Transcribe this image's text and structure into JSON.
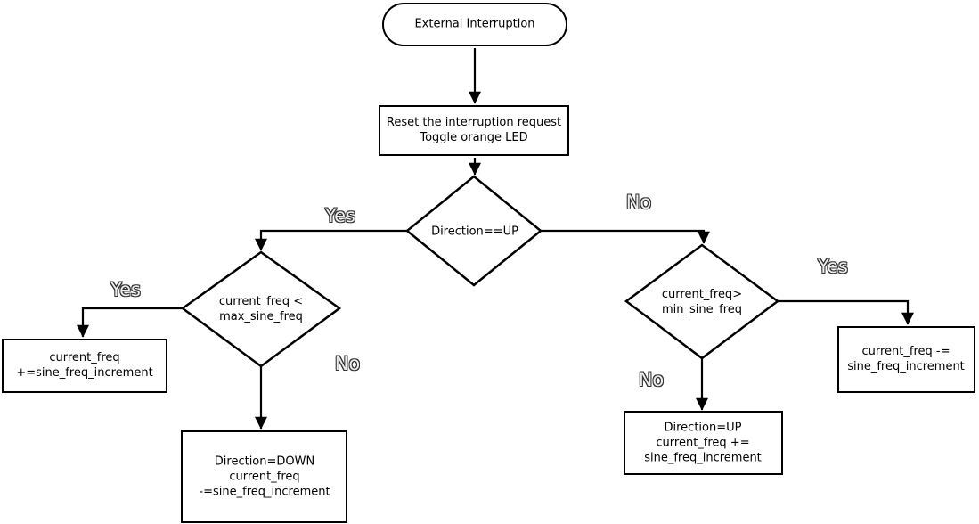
{
  "nodes": {
    "start": {
      "label": "External Interruption"
    },
    "reset": {
      "label": "Reset the interruption request\nToggle orange LED"
    },
    "check_direction": {
      "label": "Direction==UP"
    },
    "check_max": {
      "label": "current_freq <\nmax_sine_freq"
    },
    "check_min": {
      "label": "current_freq>\nmin_sine_freq"
    },
    "increment": {
      "label": "current_freq\n+=sine_freq_increment"
    },
    "set_down": {
      "label": "Direction=DOWN\ncurrent_freq\n-=sine_freq_increment"
    },
    "decrement": {
      "label": "current_freq -=\nsine_freq_increment"
    },
    "set_up": {
      "label": "Direction=UP\ncurrent_freq +=\nsine_freq_increment"
    }
  },
  "branch_labels": {
    "center_yes": "Yes",
    "center_no": "No",
    "left_yes": "Yes",
    "left_no": "No",
    "right_yes": "Yes",
    "right_no": "No"
  },
  "colors": {
    "background": "#ffffff",
    "shape_fill": "#ffffff",
    "shape_stroke": "#000000",
    "text": "#000000",
    "branch_label_fill": "#ededed",
    "branch_label_outline": "#2f2f2f"
  }
}
